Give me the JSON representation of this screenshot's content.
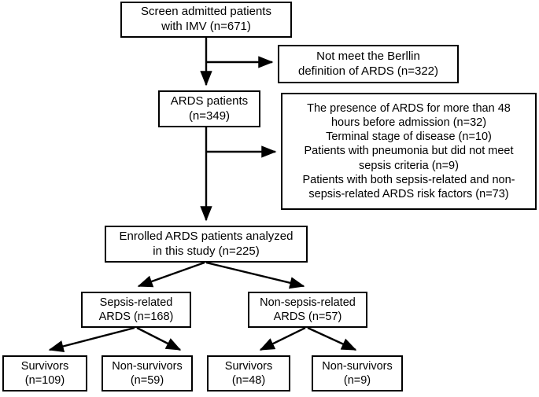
{
  "diagram": {
    "type": "flowchart",
    "title": "ARDS patient enrollment flow diagram",
    "orientation": "top-to-bottom",
    "colors": {
      "background": "#ffffff",
      "box_border": "#000000",
      "text": "#000000",
      "connector": "#000000"
    },
    "nodes": {
      "screen": {
        "id": "screen",
        "label": "Screen admitted patients\nwith IMV  (n=671)",
        "count": 671,
        "role": "start"
      },
      "not_meet_berlin": {
        "id": "not_meet_berlin",
        "label": "Not meet the Berllin\ndefinition of ARDS (n=322)",
        "count": 322,
        "role": "exclusion"
      },
      "ards_patients": {
        "id": "ards_patients",
        "label": "ARDS patients\n(n=349)",
        "count": 349,
        "role": "step"
      },
      "exclusions": {
        "id": "exclusions",
        "label": "The presence of ARDS for more than 48\nhours before admission (n=32)\nTerminal stage of disease (n=10)\nPatients  with pneumonia but did not meet\nsepsis criteria (n=9)\nPatients with both sepsis-related and non-\nsepsis-related ARDS risk factors (n=73)",
        "role": "exclusion",
        "reasons": [
          {
            "text": "The presence of ARDS for more than 48 hours before admission (n=32)",
            "count": 32
          },
          {
            "text": "Terminal stage of disease (n=10)",
            "count": 10
          },
          {
            "text": "Patients  with pneumonia but did not meet sepsis criteria (n=9)",
            "count": 9
          },
          {
            "text": "Patients with both sepsis-related and non-sepsis-related ARDS risk factors (n=73)",
            "count": 73
          }
        ]
      },
      "enrolled": {
        "id": "enrolled",
        "label": "Enrolled ARDS patients  analyzed\nin this study (n=225)",
        "count": 225,
        "role": "step"
      },
      "sepsis_related": {
        "id": "sepsis_related",
        "label": "Sepsis-related\nARDS (n=168)",
        "count": 168,
        "role": "group"
      },
      "non_sepsis_related": {
        "id": "non_sepsis_related",
        "label": "Non-sepsis-related\nARDS (n=57)",
        "count": 57,
        "role": "group"
      },
      "survivors_sepsis": {
        "id": "survivors_sepsis",
        "label": "Survivors\n(n=109)",
        "count": 109,
        "role": "outcome"
      },
      "nonsurvivors_sepsis": {
        "id": "nonsurvivors_sepsis",
        "label": "Non-survivors\n(n=59)",
        "count": 59,
        "role": "outcome"
      },
      "survivors_nonsepsis": {
        "id": "survivors_nonsepsis",
        "label": "Survivors\n(n=48)",
        "count": 48,
        "role": "outcome"
      },
      "nonsurvivors_nonsepsis": {
        "id": "nonsurvivors_nonsepsis",
        "label": "Non-survivors\n(n=9)",
        "count": 9,
        "role": "outcome"
      }
    },
    "edges": [
      {
        "from": "screen",
        "to": "ards_patients",
        "style": "straight-down",
        "arrow": true
      },
      {
        "from": "screen",
        "to": "not_meet_berlin",
        "style": "branch-right",
        "arrow": true
      },
      {
        "from": "ards_patients",
        "to": "enrolled",
        "style": "straight-down",
        "arrow": true
      },
      {
        "from": "ards_patients",
        "to": "exclusions",
        "style": "branch-right",
        "arrow": true
      },
      {
        "from": "enrolled",
        "to": "sepsis_related",
        "style": "diagonal-left",
        "arrow": true
      },
      {
        "from": "enrolled",
        "to": "non_sepsis_related",
        "style": "diagonal-right",
        "arrow": true
      },
      {
        "from": "sepsis_related",
        "to": "survivors_sepsis",
        "style": "diagonal-left",
        "arrow": true
      },
      {
        "from": "sepsis_related",
        "to": "nonsurvivors_sepsis",
        "style": "diagonal-right",
        "arrow": true
      },
      {
        "from": "non_sepsis_related",
        "to": "survivors_nonsepsis",
        "style": "diagonal-left",
        "arrow": true
      },
      {
        "from": "non_sepsis_related",
        "to": "nonsurvivors_nonsepsis",
        "style": "diagonal-right",
        "arrow": true
      }
    ]
  }
}
